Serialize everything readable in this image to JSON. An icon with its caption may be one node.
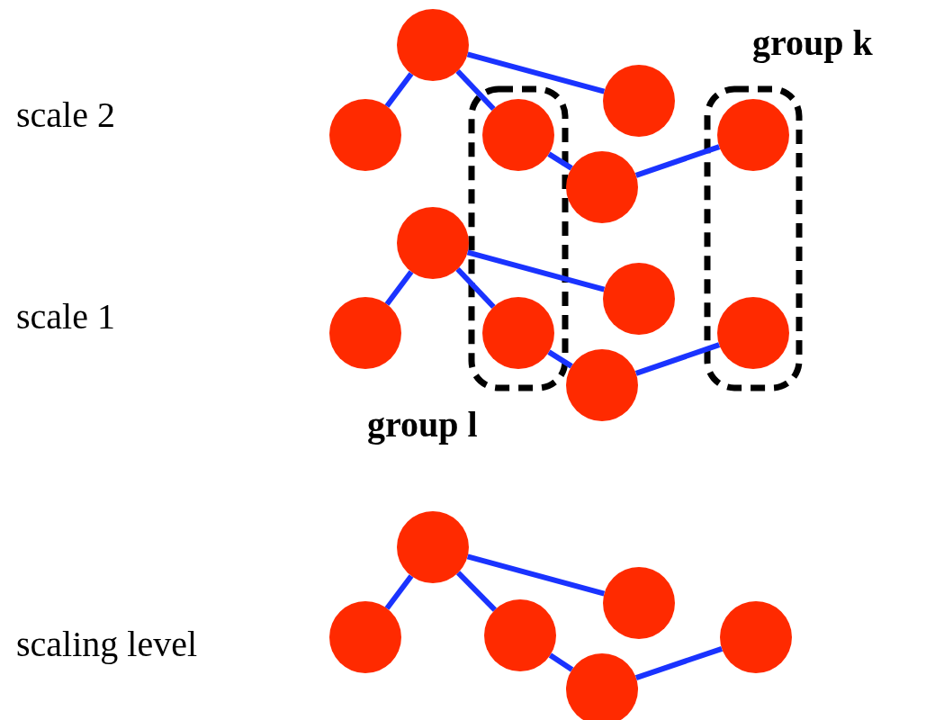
{
  "diagram": {
    "nodes": [
      {
        "text": [
          "group l"
        ]
      },
      {
        "text": [
          "group k"
        ]
      },
      {
        "text": [],
        "shape": "circle"
      },
      {
        "text": [],
        "shape": "circle"
      },
      {
        "text": [],
        "shape": "circle",
        "in": 0
      },
      {
        "text": [],
        "shape": "circle"
      },
      {
        "text": [],
        "shape": "circle"
      },
      {
        "text": [],
        "shape": "circle",
        "in": 1
      },
      {
        "text": [],
        "shape": "circle"
      },
      {
        "text": [],
        "shape": "circle"
      },
      {
        "text": [],
        "shape": "circle",
        "in": 0
      },
      {
        "text": [],
        "shape": "circle"
      },
      {
        "text": [],
        "shape": "circle"
      },
      {
        "text": [],
        "shape": "circle",
        "in": 1
      },
      {
        "text": [],
        "shape": "circle"
      },
      {
        "text": [],
        "shape": "circle"
      },
      {
        "text": [],
        "shape": "circle"
      },
      {
        "text": [],
        "shape": "circle"
      },
      {
        "text": [],
        "shape": "circle"
      },
      {
        "text": [],
        "shape": "circle"
      }
    ],
    "edges": [
      {
        "from": 3,
        "to": 2,
        "arrow": "none"
      },
      {
        "from": 3,
        "to": 4,
        "arrow": "none"
      },
      {
        "from": 3,
        "to": 6,
        "arrow": "none"
      },
      {
        "from": 4,
        "to": 5,
        "arrow": "none"
      },
      {
        "from": 5,
        "to": 7,
        "arrow": "none"
      },
      {
        "from": 9,
        "to": 8,
        "arrow": "none"
      },
      {
        "from": 9,
        "to": 10,
        "arrow": "none"
      },
      {
        "from": 9,
        "to": 12,
        "arrow": "none"
      },
      {
        "from": 10,
        "to": 11,
        "arrow": "none"
      },
      {
        "from": 11,
        "to": 13,
        "arrow": "none"
      },
      {
        "from": 15,
        "to": 14,
        "arrow": "none"
      },
      {
        "from": 15,
        "to": 16,
        "arrow": "none"
      },
      {
        "from": 15,
        "to": 18,
        "arrow": "none"
      },
      {
        "from": 16,
        "to": 17,
        "arrow": "none"
      },
      {
        "from": 17,
        "to": 19,
        "arrow": "none"
      }
    ],
    "labels": [
      "scale 2",
      "scale 1",
      "scaling level"
    ]
  }
}
